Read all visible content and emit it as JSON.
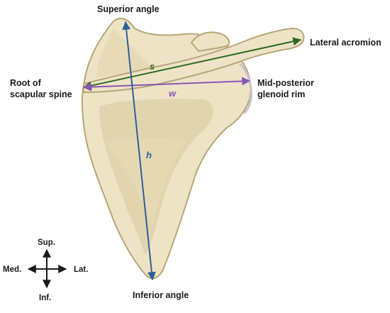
{
  "landmarks": {
    "superior_angle": "Superior angle",
    "lateral_acromion": "Lateral acromion",
    "root_line1": "Root of",
    "root_line2": "scapular spine",
    "glenoid_line1": "Mid-posterior",
    "glenoid_line2": "glenoid rim",
    "inferior_angle": "Inferior angle"
  },
  "measurements": {
    "s": {
      "label": "s",
      "color": "#2e6b1f"
    },
    "w": {
      "label": "w",
      "color": "#8a56b5"
    },
    "h": {
      "label": "h",
      "color": "#2f5f97"
    }
  },
  "compass": {
    "sup": "Sup.",
    "inf": "Inf.",
    "med": "Med.",
    "lat": "Lat."
  },
  "colors": {
    "bone_fill": "#efe3c6",
    "bone_shade": "#dccfa6",
    "bone_outline": "#b6a678",
    "glenoid_rim": "#c9c1cf"
  }
}
